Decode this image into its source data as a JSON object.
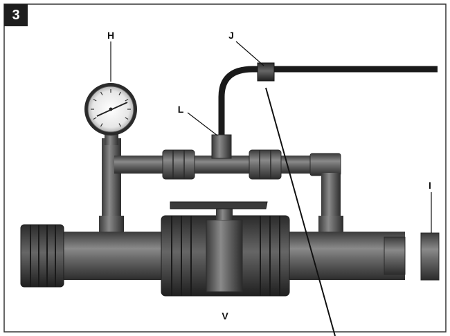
{
  "step_number": "3",
  "labels": {
    "H": "H",
    "J": "J",
    "L": "L",
    "I": "I",
    "V": "V"
  }
}
